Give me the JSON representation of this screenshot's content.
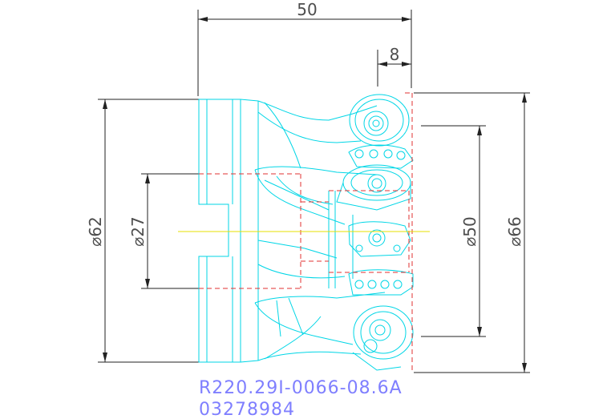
{
  "drawing": {
    "dimensions": {
      "length_total": "50",
      "length_insert": "8",
      "dia_outer": "⌀62",
      "dia_bore": "⌀27",
      "dia_cut_inner": "⌀50",
      "dia_cut_outer": "⌀66"
    },
    "part_number": "R220.29I-0066-08.6A",
    "order_code": "03278984"
  },
  "colors": {
    "outline": "#00d6e6",
    "hidden": "#e23030",
    "centerline": "#e6e000",
    "dimension": "#222222",
    "title": "#7f7fff"
  }
}
